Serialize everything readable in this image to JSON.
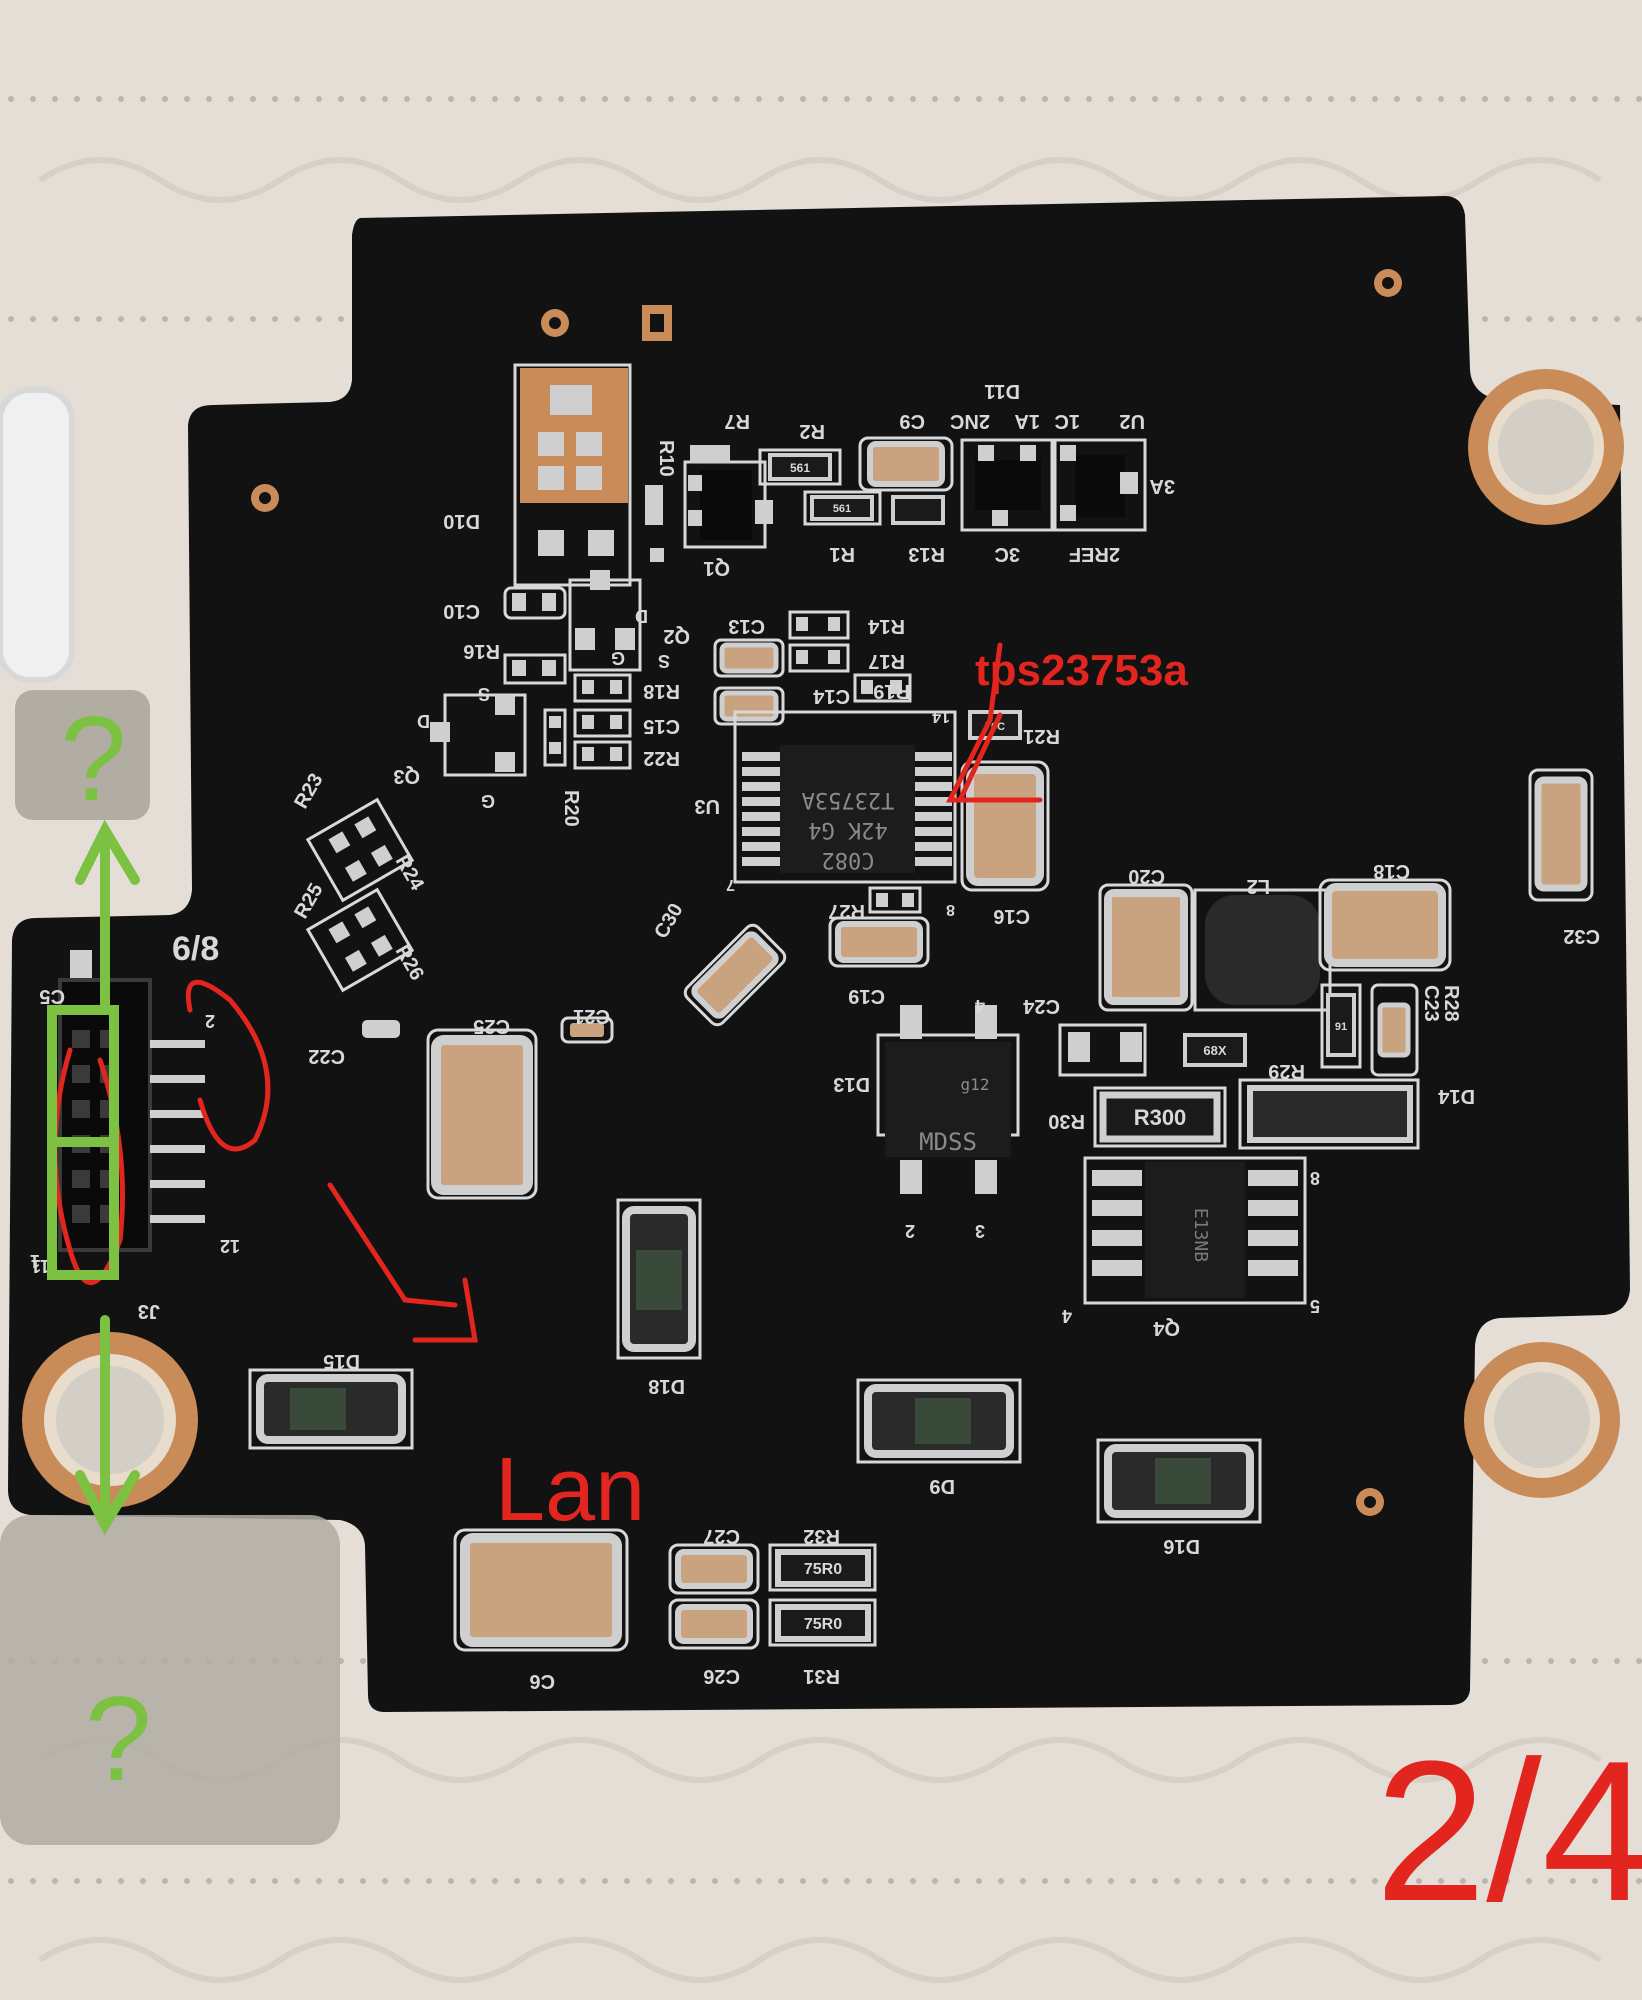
{
  "colors": {
    "tablecloth": "#e4ded6",
    "board": "#121212",
    "silkscreen": "#d8d8d8",
    "copper": "#c98b58",
    "cap_tan": "#c9a27f",
    "annotation_red": "#e2261f",
    "annotation_green": "#7cc142"
  },
  "chip_markings": {
    "u3_line1": "T23753A",
    "u3_line2": "42K G4",
    "u3_line3": "C082",
    "d13": "MDSS",
    "d13_top": "g12",
    "q4": "E13NB",
    "r30": "R300",
    "r29": "68X",
    "r28": "91",
    "r32": "75R0",
    "r31": "75R0",
    "r1": "561",
    "r2": "561",
    "r21": "76C"
  },
  "silkscreen": {
    "labels": [
      "U2",
      "3A",
      "2REF",
      "1C",
      "1A",
      "2NC",
      "D11",
      "3C",
      "C9",
      "R13",
      "R2",
      "R1",
      "R7",
      "R10",
      "Q1",
      "D10",
      "C10",
      "R16",
      "Q2",
      "Q3",
      "R18",
      "R20",
      "C15",
      "R22",
      "C13",
      "R14",
      "R17",
      "R19",
      "C14",
      "U3",
      "R21",
      "C16",
      "R27",
      "C19",
      "C30",
      "R23",
      "R24",
      "R25",
      "R26",
      "C5",
      "J3",
      "C22",
      "C25",
      "C21",
      "D13",
      "C24",
      "R29",
      "R30",
      "D14",
      "C20",
      "L2",
      "C18",
      "C23",
      "R28",
      "C32",
      "Q4",
      "D15",
      "D18",
      "D9",
      "D16",
      "C27",
      "R32",
      "C26",
      "R31",
      "C6"
    ],
    "pins": [
      "1",
      "2",
      "11",
      "12",
      "14",
      "8",
      "7",
      "4",
      "2",
      "3",
      "5",
      "8",
      "4",
      "G",
      "S",
      "D",
      "S",
      "D",
      "G"
    ]
  },
  "annotations": {
    "chip_label": "tps23753a",
    "lan_label": "Lan",
    "pin_range": "6/8",
    "question_top": "?",
    "question_bottom": "?",
    "page_mark": "2/4"
  }
}
